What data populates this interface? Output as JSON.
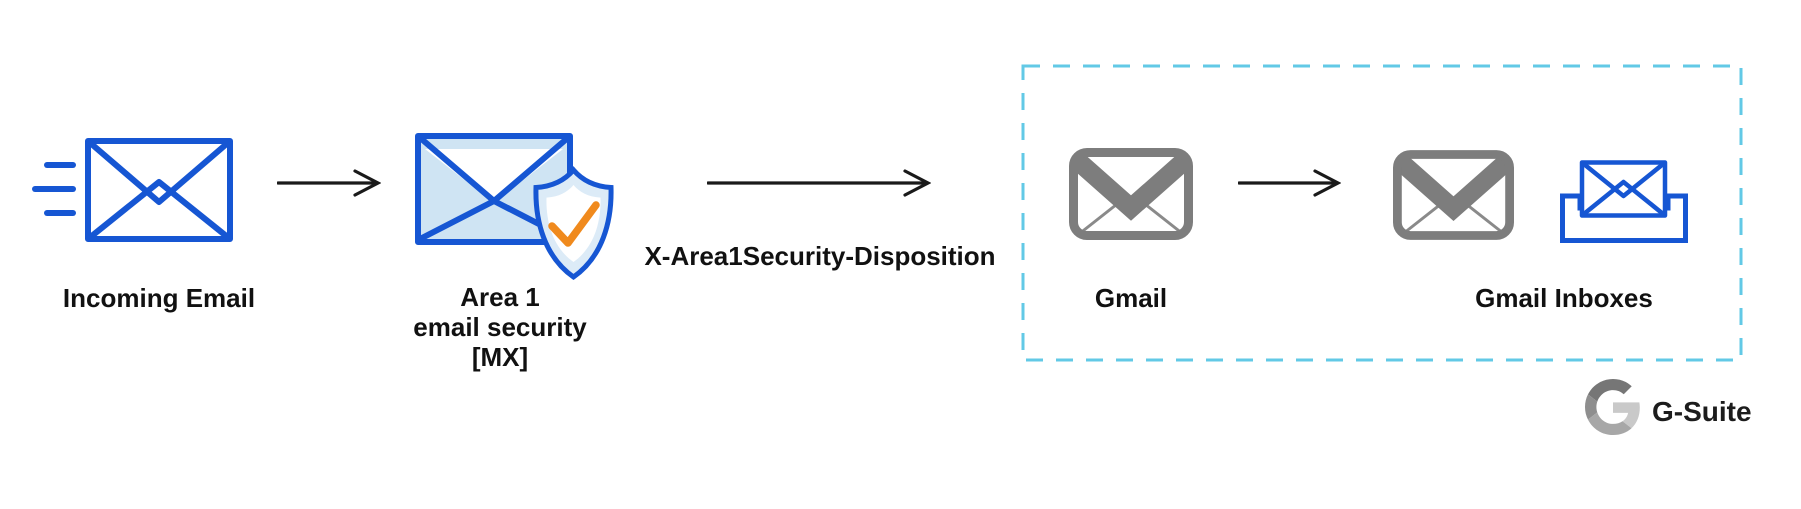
{
  "nodes": {
    "incoming_email": {
      "label": "Incoming Email"
    },
    "area1": {
      "lines": [
        "Area 1",
        "email security",
        "[MX]"
      ]
    },
    "gmail": {
      "label": "Gmail"
    },
    "gmail_inboxes": {
      "label": "Gmail Inboxes"
    }
  },
  "edge_label": "X-Area1Security-Disposition",
  "footer": {
    "gsuite_label": "G-Suite"
  },
  "colors": {
    "envelope_blue": "#1656d3",
    "light_blue_fill": "#cfe4f3",
    "shield_fill": "#dcebf7",
    "check_orange": "#f08a1d",
    "gmail_gray": "#7d7d7d",
    "gmail_thin_gray": "#8a8a8a",
    "dashed_border": "#62c9e6",
    "arrow_black": "#1a1a1a",
    "text": "#111111",
    "g_logo_grays": [
      "#767676",
      "#c9c9c9",
      "#8e8e8e",
      "#a7a7a7"
    ]
  },
  "icon_names": [
    "speed-lines-icon",
    "envelope-icon",
    "envelope-shield-icon",
    "check-icon",
    "arrow-icon",
    "gmail-icon",
    "inbox-tray-icon",
    "google-g-icon",
    "gsuite-boundary-box"
  ]
}
